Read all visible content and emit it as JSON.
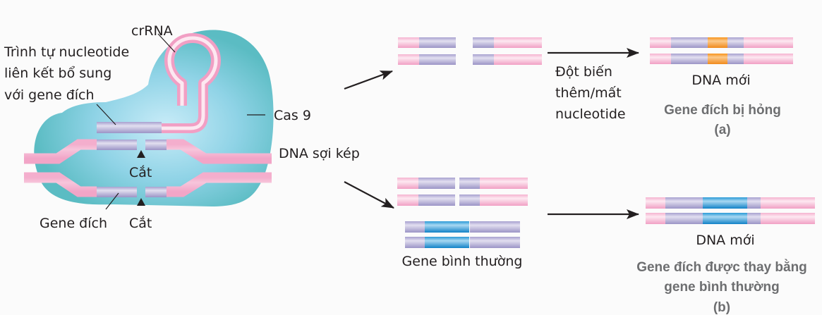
{
  "colors": {
    "background": "#fbfbfb",
    "cas9": "#5fbfc6",
    "cas9_inner": "#b8e4f3",
    "dna_strand": "#f3aacb",
    "target_gene": "#a29cca",
    "mutation": "#f7941d",
    "normal_gene": "#1b8fd0",
    "arrow": "#231f20",
    "caption": "#6d6e70"
  },
  "left_panel": {
    "crRNA_label": "crRNA",
    "complementary_label_lines": [
      "Trình tự nucleotide",
      "liên kết bổ sung",
      "với gene đích"
    ],
    "cas9_label": "Cas 9",
    "dsDNA_label": "DNA sợi kép",
    "cut_label_top": "Cắt",
    "cut_label_bottom": "Cắt",
    "target_gene_label": "Gene đích"
  },
  "pathway_a": {
    "process_label_lines": [
      "Đột biến",
      "thêm/mất",
      "nucleotide"
    ],
    "result_label": "DNA mới",
    "caption": "Gene đích bị hỏng",
    "caption_tag": "(a)"
  },
  "pathway_b": {
    "donor_label": "Gene bình thường",
    "result_label": "DNA mới",
    "caption_lines": [
      "Gene đích được thay bằng",
      "gene bình thường"
    ],
    "caption_tag": "(b)"
  }
}
